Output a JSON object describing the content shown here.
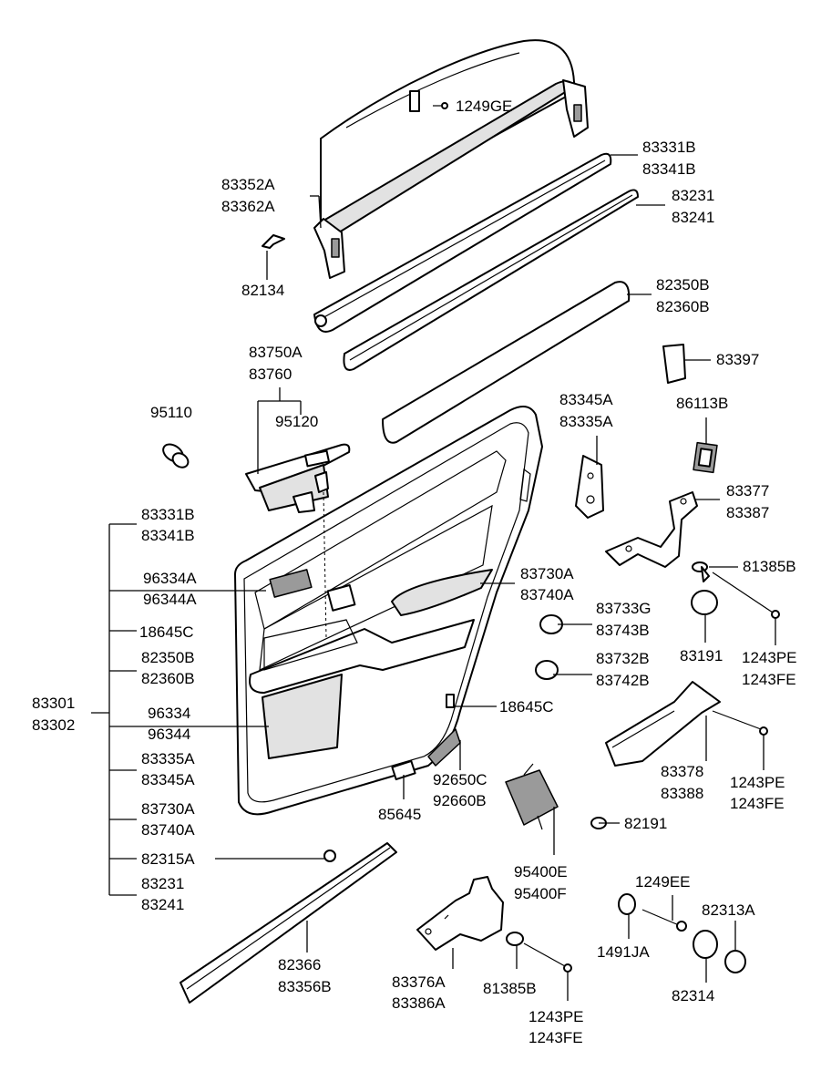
{
  "labels": {
    "l_1249GE": "1249GE",
    "l_83331B_a": "83331B",
    "l_83341B_a": "83341B",
    "l_83352A": "83352A",
    "l_83362A": "83362A",
    "l_83231_a": "83231",
    "l_83241_a": "83241",
    "l_82134": "82134",
    "l_82350B_a": "82350B",
    "l_82360B_a": "82360B",
    "l_83750A": "83750A",
    "l_83760": "83760",
    "l_83397": "83397",
    "l_95110": "95110",
    "l_95120": "95120",
    "l_83345A_a": "83345A",
    "l_83335A_a": "83335A",
    "l_86113B": "86113B",
    "l_83377": "83377",
    "l_83387": "83387",
    "l_83331B_b": "83331B",
    "l_83341B_b": "83341B",
    "l_81385B_a": "81385B",
    "l_96334A": "96334A",
    "l_96344A": "96344A",
    "l_83730A_a": "83730A",
    "l_83740A_a": "83740A",
    "l_83733G": "83733G",
    "l_83743B": "83743B",
    "l_18645C_a": "18645C",
    "l_83191": "83191",
    "l_1243PE_a": "1243PE",
    "l_1243FE_a": "1243FE",
    "l_82350B_b": "82350B",
    "l_82360B_b": "82360B",
    "l_83732B": "83732B",
    "l_83742B": "83742B",
    "l_83301": "83301",
    "l_83302": "83302",
    "l_96334": "96334",
    "l_96344": "96344",
    "l_18645C_b": "18645C",
    "l_83335A_b": "83335A",
    "l_83345A_b": "83345A",
    "l_83378": "83378",
    "l_83388": "83388",
    "l_1243PE_b": "1243PE",
    "l_1243FE_b": "1243FE",
    "l_92650C": "92650C",
    "l_92660B": "92660B",
    "l_83730A_b": "83730A",
    "l_83740A_b": "83740A",
    "l_85645": "85645",
    "l_82191": "82191",
    "l_82315A": "82315A",
    "l_83231_b": "83231",
    "l_83241_b": "83241",
    "l_95400E": "95400E",
    "l_95400F": "95400F",
    "l_1249EE": "1249EE",
    "l_82313A": "82313A",
    "l_1491JA": "1491JA",
    "l_82366": "82366",
    "l_83356B": "83356B",
    "l_83376A": "83376A",
    "l_83386A": "83386A",
    "l_81385B_b": "81385B",
    "l_82314": "82314",
    "l_1243PE_c": "1243PE",
    "l_1243FE_c": "1243FE"
  }
}
